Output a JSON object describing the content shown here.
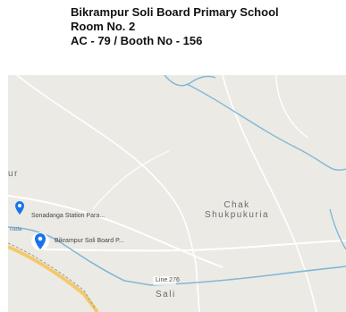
{
  "header": {
    "school_name": "Bikrampur Soli Board Primary School",
    "room": "Room No. 2",
    "booth": "AC - 79 / Booth No - 156"
  },
  "map": {
    "edge_label": "ur",
    "place_chak": "Chak",
    "place_shukpukuria": "Shukpukuria",
    "place_sali": "Sali",
    "line_label": "Line 276",
    "tiny_label": "nada",
    "pins": [
      {
        "label": "Sonadanga Station Para...",
        "icon": "location-pin-icon",
        "color": "#1a73e8"
      },
      {
        "label": "Bikrampur Soli Board P...",
        "icon": "location-pin-icon",
        "color": "#1a73e8"
      }
    ],
    "colors": {
      "land": "#eceae4",
      "road": "#ffffff",
      "river": "#7fb8d8",
      "highway": "#f4c96b"
    }
  }
}
